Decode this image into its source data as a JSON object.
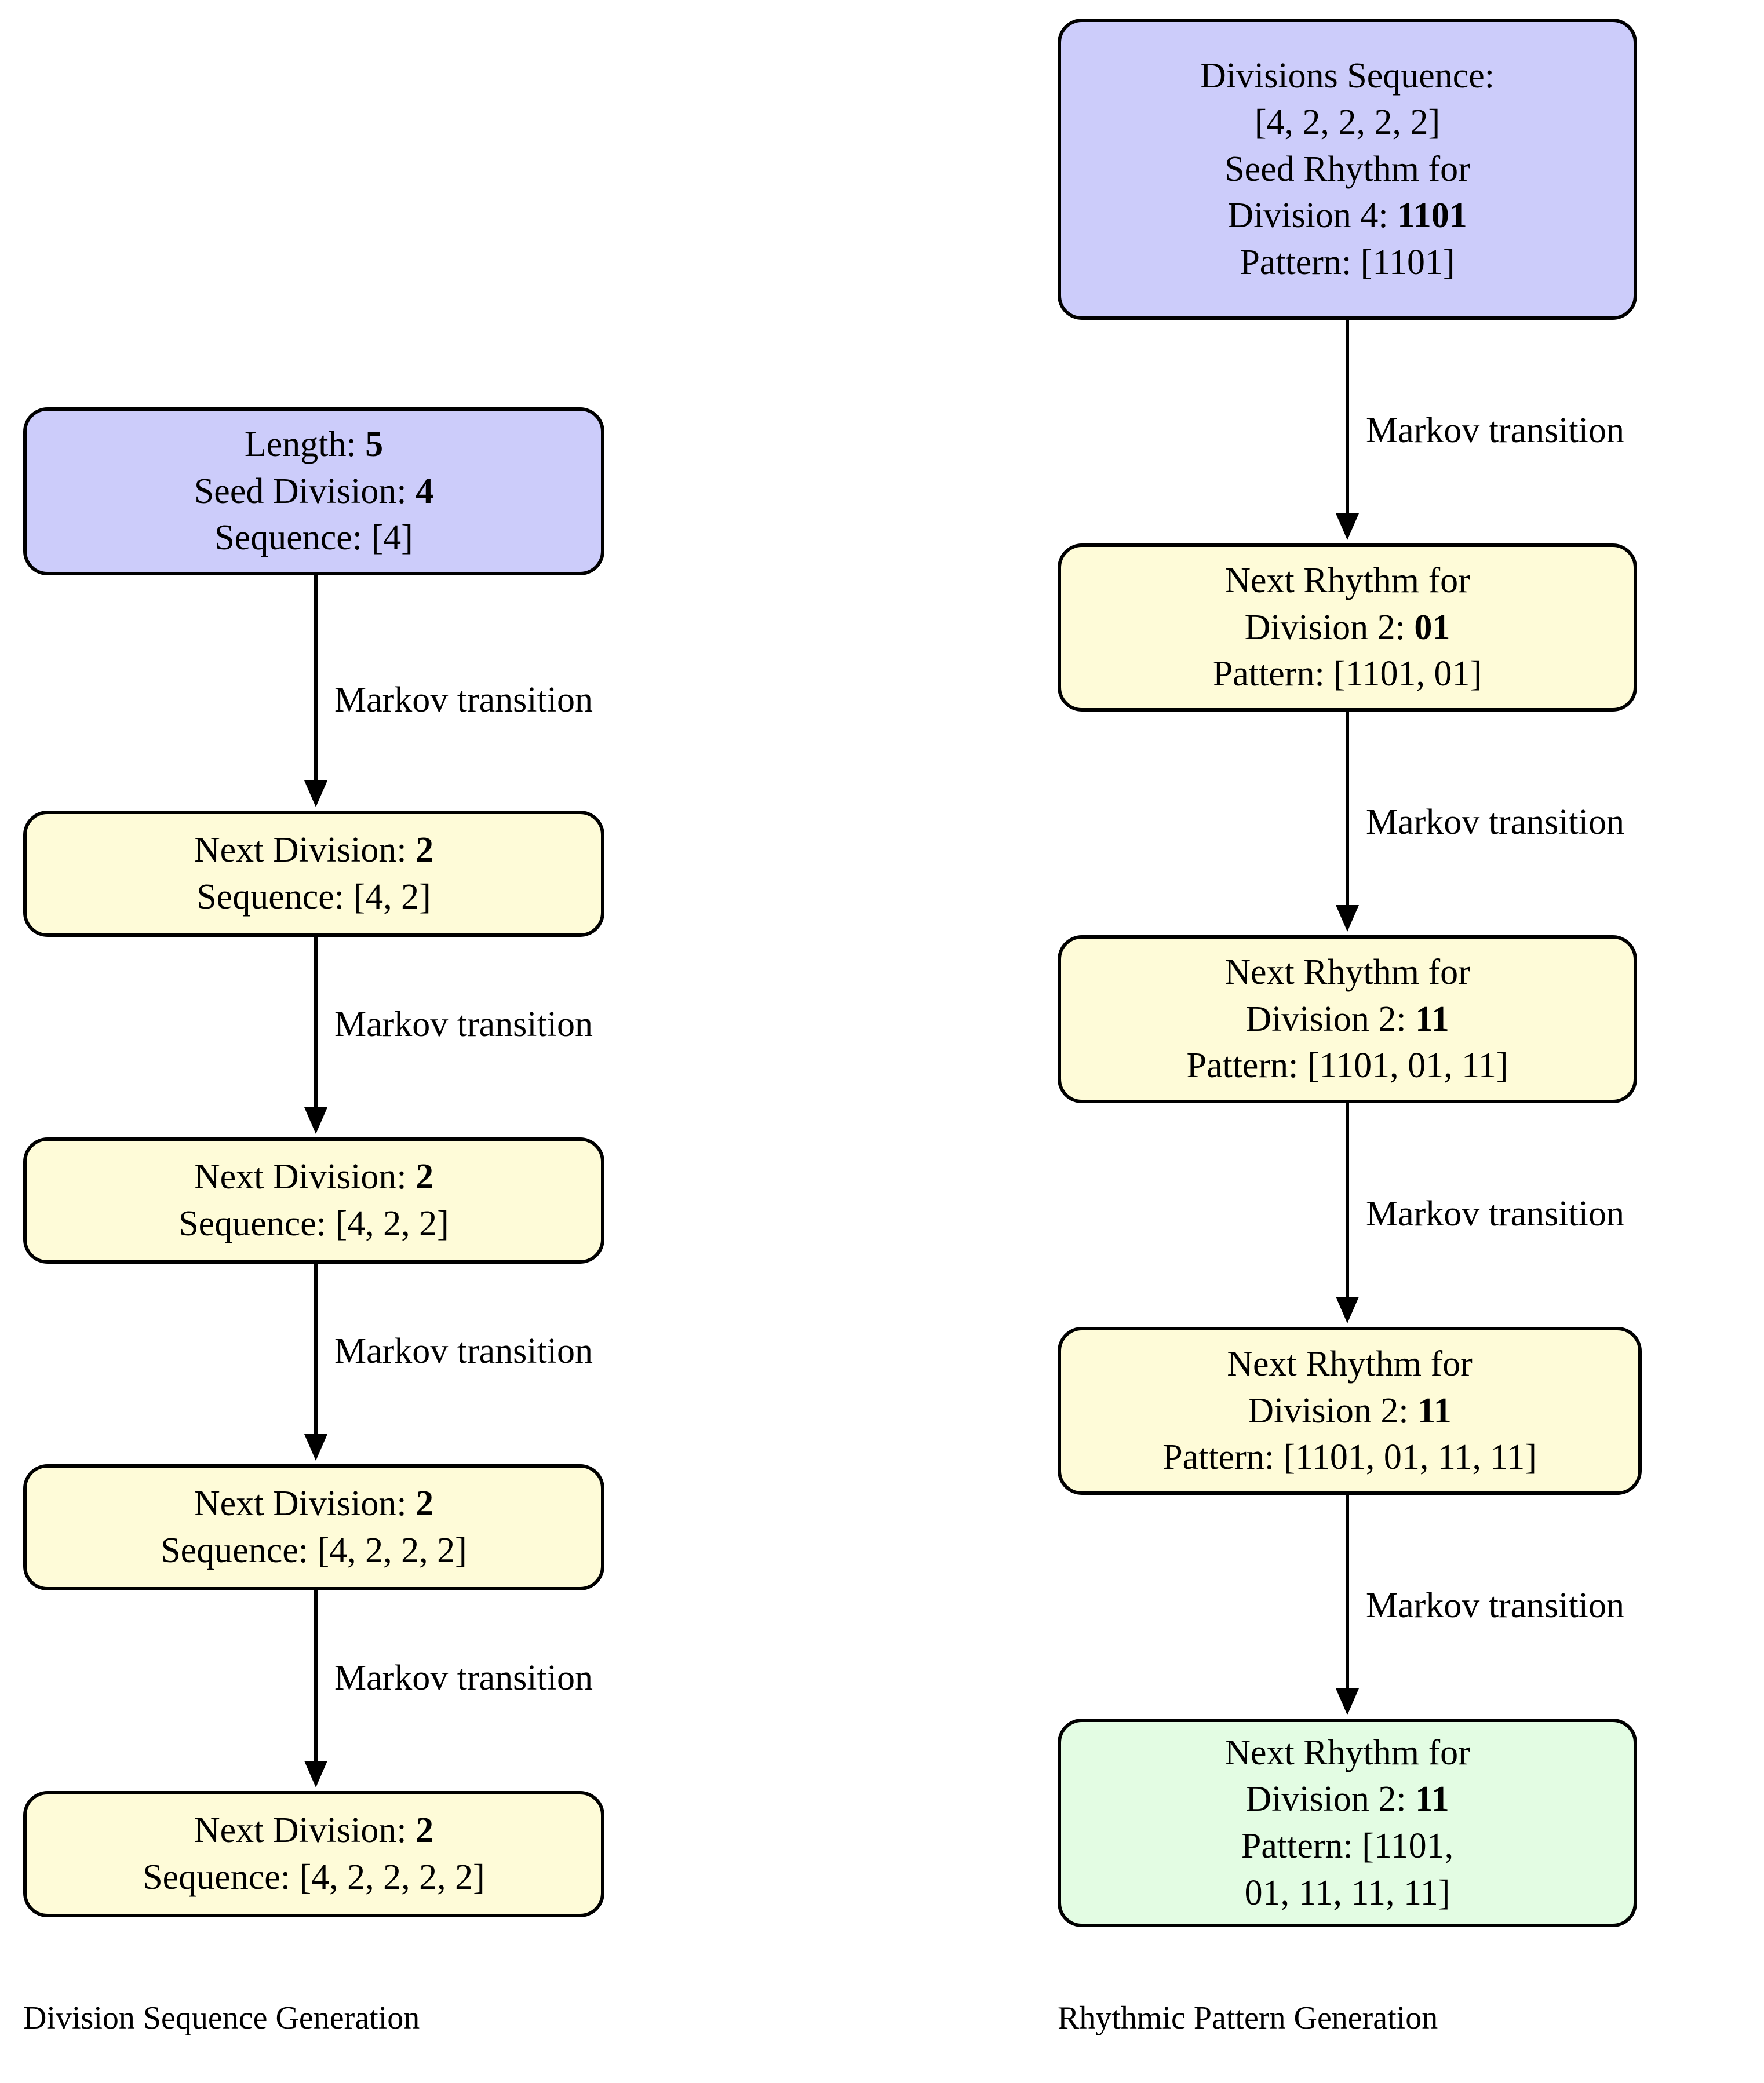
{
  "diagram": {
    "columns": [
      {
        "id": "division-sequence",
        "caption": "Division Sequence Generation",
        "nodes": [
          {
            "id": "div-seed",
            "kind": "seed",
            "lines": [
              {
                "text": "Length: ",
                "bold_text": "5"
              },
              {
                "text": "Seed Division: ",
                "bold_text": "4"
              },
              {
                "text": "Sequence:  [4]",
                "bold_text": ""
              }
            ]
          },
          {
            "id": "div-step-1",
            "kind": "step",
            "lines": [
              {
                "text": "Next Division: ",
                "bold_text": "2"
              },
              {
                "text": "Sequence:  [4, 2]",
                "bold_text": ""
              }
            ]
          },
          {
            "id": "div-step-2",
            "kind": "step",
            "lines": [
              {
                "text": "Next Division: ",
                "bold_text": "2"
              },
              {
                "text": "Sequence:  [4, 2, 2]",
                "bold_text": ""
              }
            ]
          },
          {
            "id": "div-step-3",
            "kind": "step",
            "lines": [
              {
                "text": "Next Division: ",
                "bold_text": "2"
              },
              {
                "text": "Sequence:  [4, 2, 2, 2]",
                "bold_text": ""
              }
            ]
          },
          {
            "id": "div-step-4",
            "kind": "step",
            "lines": [
              {
                "text": "Next Division: ",
                "bold_text": "2"
              },
              {
                "text": "Sequence:  [4, 2, 2, 2, 2]",
                "bold_text": ""
              }
            ]
          }
        ],
        "edge_labels": [
          "Markov transition",
          "Markov transition",
          "Markov transition",
          "Markov transition"
        ]
      },
      {
        "id": "rhythmic-pattern",
        "caption": "Rhythmic Pattern Generation",
        "nodes": [
          {
            "id": "rhy-seed",
            "kind": "seed",
            "lines": [
              {
                "text": "Divisions Sequence:",
                "bold_text": ""
              },
              {
                "text": "[4, 2, 2, 2, 2]",
                "bold_text": ""
              },
              {
                "text": "Seed Rhythm for",
                "bold_text": ""
              },
              {
                "text": "Division 4: ",
                "bold_text": "1101"
              },
              {
                "text": "Pattern:  [1101]",
                "bold_text": ""
              }
            ]
          },
          {
            "id": "rhy-step-1",
            "kind": "step",
            "lines": [
              {
                "text": "Next Rhythm for",
                "bold_text": ""
              },
              {
                "text": "Division 2: ",
                "bold_text": "01"
              },
              {
                "text": "Pattern:  [1101, 01]",
                "bold_text": ""
              }
            ]
          },
          {
            "id": "rhy-step-2",
            "kind": "step",
            "lines": [
              {
                "text": "Next Rhythm for",
                "bold_text": ""
              },
              {
                "text": "Division 2: ",
                "bold_text": "11"
              },
              {
                "text": "Pattern:  [1101, 01, 11]",
                "bold_text": ""
              }
            ]
          },
          {
            "id": "rhy-step-3",
            "kind": "step",
            "lines": [
              {
                "text": "Next Rhythm for",
                "bold_text": ""
              },
              {
                "text": "Division 2: ",
                "bold_text": "11"
              },
              {
                "text": "Pattern:  [1101, 01, 11, 11]",
                "bold_text": ""
              }
            ]
          },
          {
            "id": "rhy-final",
            "kind": "final",
            "lines": [
              {
                "text": "Next Rhythm for",
                "bold_text": ""
              },
              {
                "text": "Division 2: ",
                "bold_text": "11"
              },
              {
                "text": "Pattern:  [1101,",
                "bold_text": ""
              },
              {
                "text": "01, 11, 11, 11]",
                "bold_text": ""
              }
            ]
          }
        ],
        "edge_labels": [
          "Markov transition",
          "Markov transition",
          "Markov transition",
          "Markov transition"
        ]
      }
    ],
    "colors": {
      "seed_fill": "#ccccfa",
      "step_fill": "#fefbd8",
      "final_fill": "#e3fce3",
      "stroke": "#000000",
      "text": "#000000",
      "background": "#ffffff"
    }
  },
  "left": {
    "caption": "Division Sequence Generation",
    "n0": {
      "l0a": "Length: ",
      "l0b": "5",
      "l1a": "Seed Division: ",
      "l1b": "4",
      "l2a": "Sequence:  [4]"
    },
    "n1": {
      "l0a": "Next Division: ",
      "l0b": "2",
      "l1a": "Sequence:  [4, 2]"
    },
    "n2": {
      "l0a": "Next Division: ",
      "l0b": "2",
      "l1a": "Sequence:  [4, 2, 2]"
    },
    "n3": {
      "l0a": "Next Division: ",
      "l0b": "2",
      "l1a": "Sequence:  [4, 2, 2, 2]"
    },
    "n4": {
      "l0a": "Next Division: ",
      "l0b": "2",
      "l1a": "Sequence:  [4, 2, 2, 2, 2]"
    },
    "e0": "Markov transition",
    "e1": "Markov transition",
    "e2": "Markov transition",
    "e3": "Markov transition"
  },
  "right": {
    "caption": "Rhythmic Pattern Generation",
    "n0": {
      "l0a": "Divisions Sequence:",
      "l1a": "[4, 2, 2, 2, 2]",
      "l2a": "Seed Rhythm for",
      "l3a": "Division 4: ",
      "l3b": "1101",
      "l4a": "Pattern:  [1101]"
    },
    "n1": {
      "l0a": "Next Rhythm for",
      "l1a": "Division 2: ",
      "l1b": "01",
      "l2a": "Pattern:  [1101, 01]"
    },
    "n2": {
      "l0a": "Next Rhythm for",
      "l1a": "Division 2: ",
      "l1b": "11",
      "l2a": "Pattern:  [1101, 01, 11]"
    },
    "n3": {
      "l0a": "Next Rhythm for",
      "l1a": "Division 2: ",
      "l1b": "11",
      "l2a": "Pattern:  [1101, 01, 11, 11]"
    },
    "n4": {
      "l0a": "Next Rhythm for",
      "l1a": "Division 2: ",
      "l1b": "11",
      "l2a": "Pattern:  [1101,",
      "l3a": "01, 11, 11, 11]"
    },
    "e0": "Markov transition",
    "e1": "Markov transition",
    "e2": "Markov transition",
    "e3": "Markov transition"
  }
}
